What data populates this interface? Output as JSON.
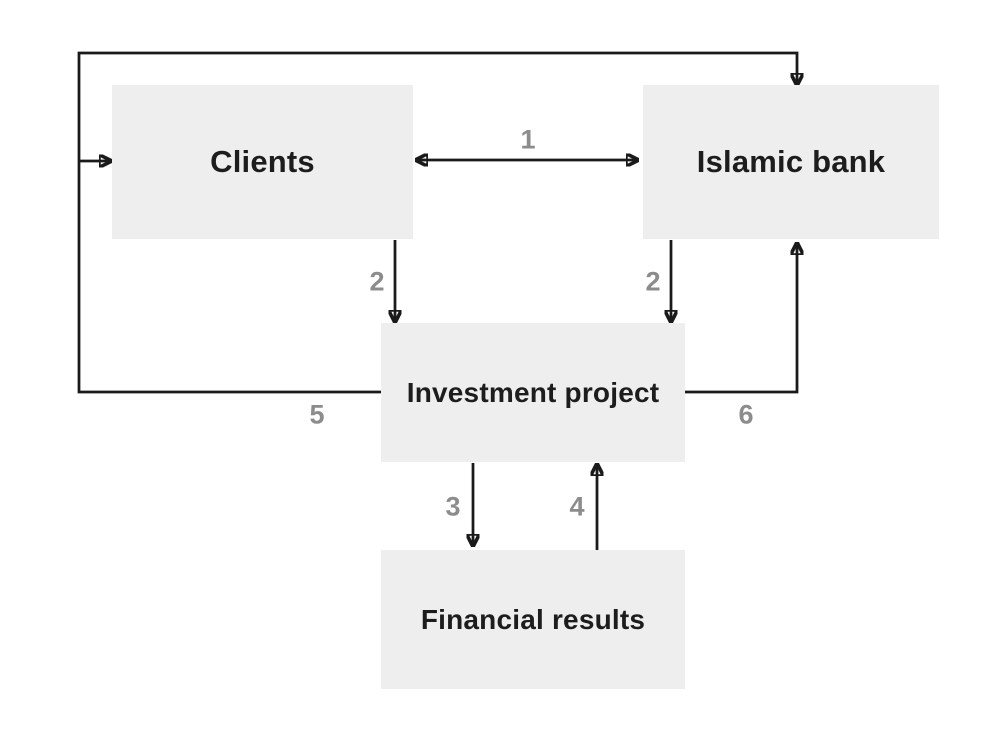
{
  "diagram": {
    "nodes": [
      {
        "id": "clients",
        "label": "Clients"
      },
      {
        "id": "islamic-bank",
        "label": "Islamic bank"
      },
      {
        "id": "investment-project",
        "label": "Investment project"
      },
      {
        "id": "financial-results",
        "label": "Financial results"
      }
    ],
    "flow_labels": [
      {
        "id": "flow-1",
        "text": "1"
      },
      {
        "id": "flow-2-clients",
        "text": "2"
      },
      {
        "id": "flow-2-bank",
        "text": "2"
      },
      {
        "id": "flow-3",
        "text": "3"
      },
      {
        "id": "flow-4",
        "text": "4"
      },
      {
        "id": "flow-5",
        "text": "5"
      },
      {
        "id": "flow-6",
        "text": "6"
      }
    ],
    "connections": [
      {
        "label": "1",
        "from": "clients",
        "to": "islamic-bank",
        "style": "double-headed-arrow"
      },
      {
        "label": "2",
        "from": "clients",
        "to": "investment-project",
        "style": "arrow-down"
      },
      {
        "label": "2",
        "from": "islamic-bank",
        "to": "investment-project",
        "style": "arrow-down"
      },
      {
        "label": "3",
        "from": "investment-project",
        "to": "financial-results",
        "style": "arrow-down"
      },
      {
        "label": "4",
        "from": "financial-results",
        "to": "investment-project",
        "style": "arrow-up"
      },
      {
        "label": "5",
        "from": "investment-project",
        "to": "clients",
        "style": "elbow-arrow-left-up"
      },
      {
        "label": "6",
        "from": "investment-project",
        "to": "islamic-bank",
        "style": "elbow-arrow-right-up"
      }
    ],
    "colors": {
      "background": "#ffffff",
      "node_fill": "#eeeeee",
      "node_text": "#1d1d1d",
      "connector": "#1a1a1a",
      "flow_label": "#8c8c8c"
    }
  }
}
